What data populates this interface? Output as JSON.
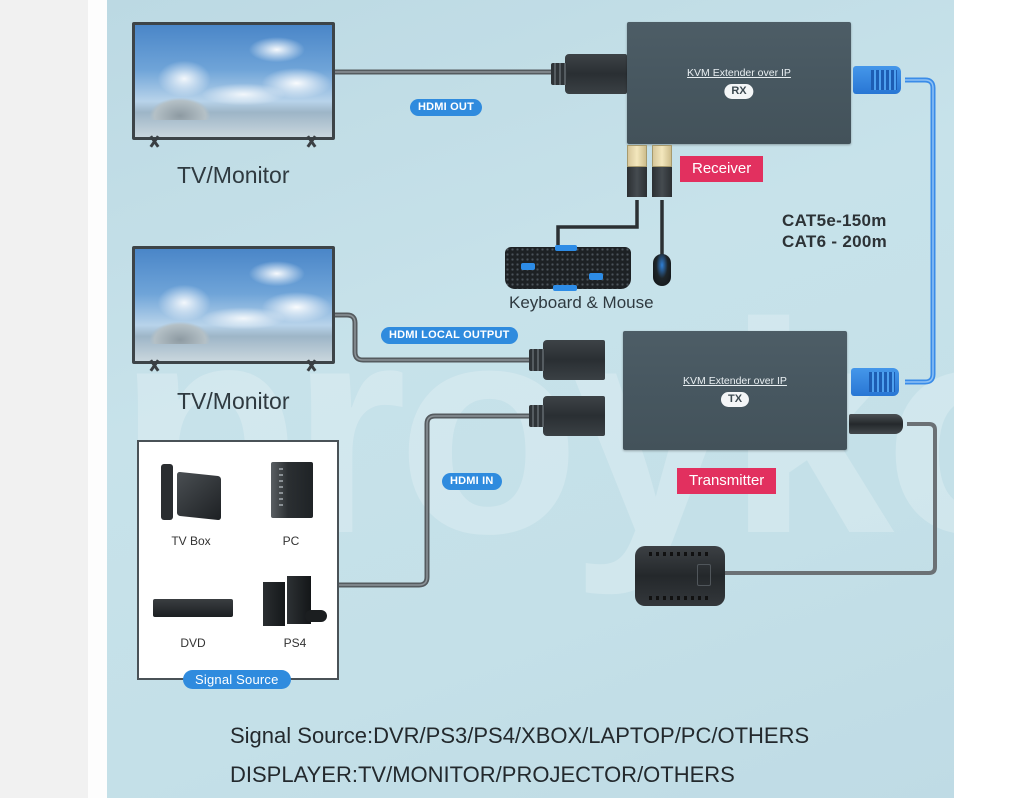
{
  "diagram": {
    "title": "KVM Extender over IP connection diagram",
    "displays": [
      {
        "id": "tv-top",
        "label": "TV/Monitor"
      },
      {
        "id": "tv-local",
        "label": "TV/Monitor"
      }
    ],
    "devices": {
      "receiver": {
        "title": "KVM Extender over IP",
        "badge": "RX",
        "tag": "Receiver"
      },
      "transmitter": {
        "title": "KVM Extender over IP",
        "badge": "TX",
        "tag": "Transmitter"
      }
    },
    "connection_labels": {
      "hdmi_out": "HDMI OUT",
      "hdmi_local_output": "HDMI LOCAL OUTPUT",
      "hdmi_in": "HDMI IN"
    },
    "peripherals": {
      "keyboard_mouse_label": "Keyboard & Mouse"
    },
    "cable_spec": [
      "CAT5e-150m",
      "CAT6 - 200m"
    ],
    "signal_source": {
      "title": "Signal Source",
      "items": [
        "TV Box",
        "PC",
        "DVD",
        "PS4"
      ]
    },
    "footer": [
      "Signal Source:DVR/PS3/PS4/XBOX/LAPTOP/PC/OTHERS",
      "DISPLAYER:TV/MONITOR/PROJECTOR/OTHERS"
    ],
    "watermark": "proyko",
    "colors": {
      "background": "#c4e0e8",
      "device_body": "#475760",
      "tag_red": "#e2305f",
      "pill_blue": "#2f8bde",
      "lan_cable_blue": "#3a8ce8",
      "hdmi_cable_gray": "#5b6165"
    }
  }
}
